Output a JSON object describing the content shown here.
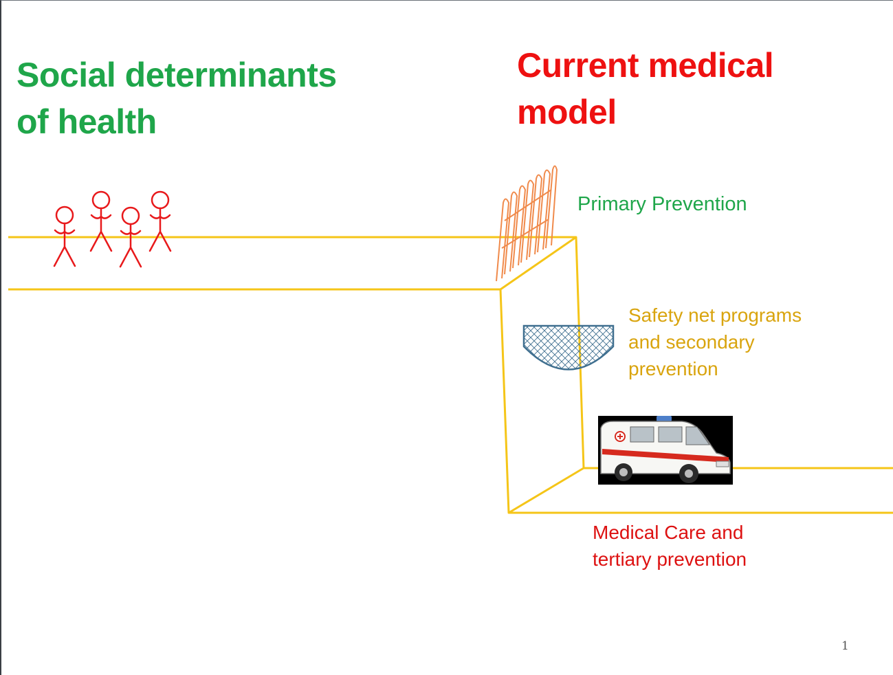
{
  "slide": {
    "title_left": [
      "Social determinants",
      "of health"
    ],
    "title_right": [
      "Current medical",
      "model"
    ],
    "labels": {
      "primary_prevention": "Primary Prevention",
      "safety_net": [
        "Safety net programs",
        "and secondary",
        "prevention"
      ],
      "medical_care": [
        "Medical Care and",
        "tertiary prevention"
      ]
    },
    "page_number": "1"
  },
  "colors": {
    "green_text": "#1fa64a",
    "red_text": "#ee1111",
    "amber_text": "#d9a40e",
    "cliff_line": "#f5c518",
    "people": "#e8191b",
    "fence": "#f08a4b",
    "net": "#3f6f8f",
    "ambulance_stripe": "#d62a1e"
  },
  "icons": {
    "people": "stick-figure-icon",
    "fence": "fence-icon",
    "net": "safety-net-icon",
    "ambulance": "ambulance-icon"
  }
}
